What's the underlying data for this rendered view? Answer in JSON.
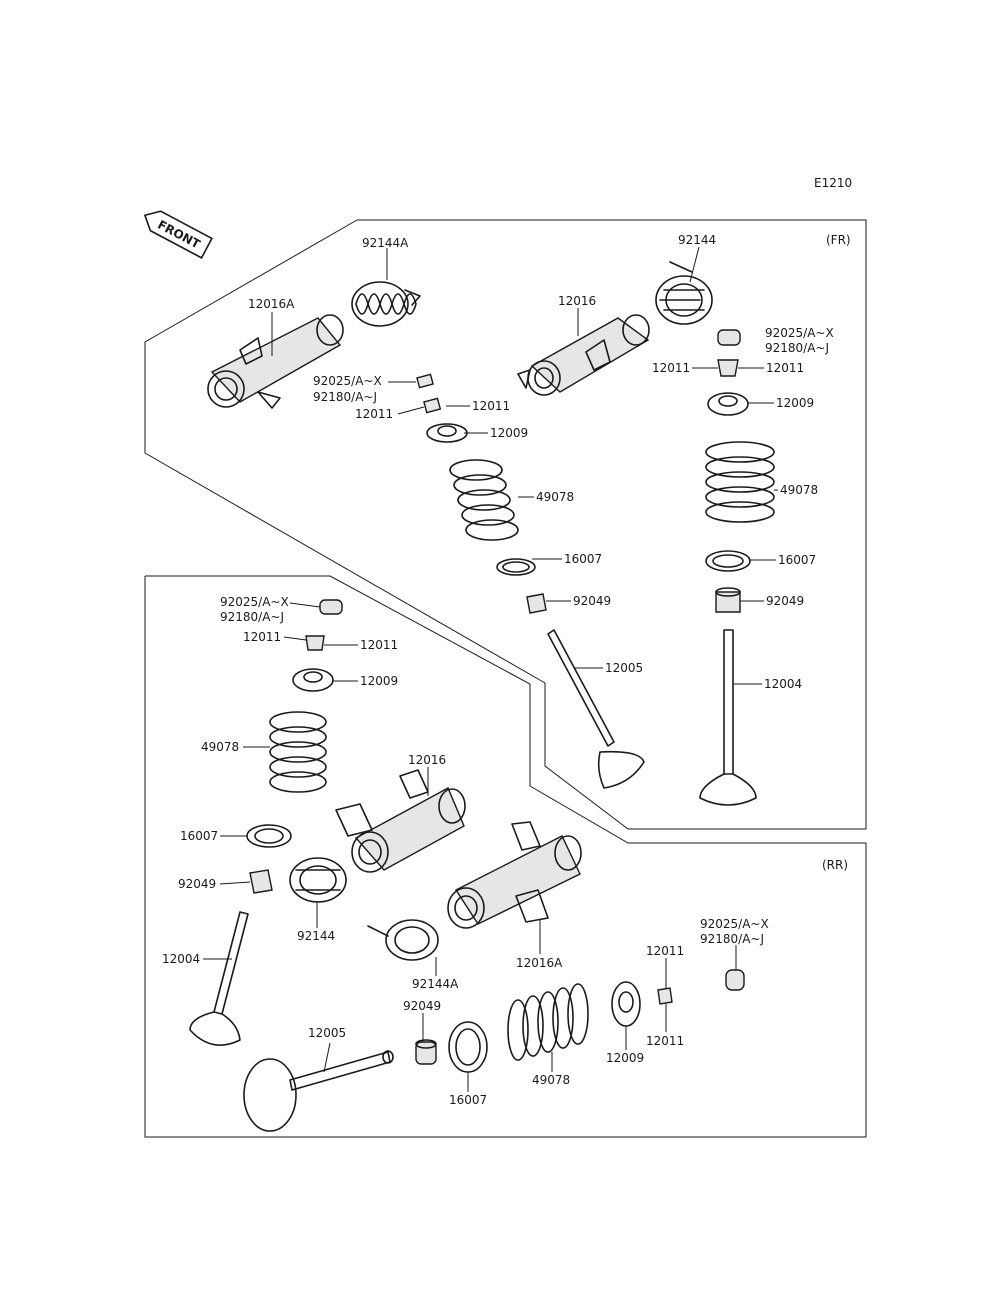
{
  "diagram_code": "E1210",
  "front_arrow_label": "FRONT",
  "sections": {
    "front": "(FR)",
    "rear": "(RR)"
  },
  "front_section": {
    "left_valve": {
      "rocker_spring": "92144A",
      "rocker_arm": "12016A",
      "cap": [
        "92025/A~X",
        "92180/A~J"
      ],
      "cotter": [
        "12011",
        "12011"
      ],
      "retainer": "12009",
      "spring": "49078",
      "seat": "16007",
      "seal": "92049",
      "valve": "12005"
    },
    "right_valve": {
      "rocker_spring": "92144",
      "rocker_arm": "12016",
      "cap": [
        "92025/A~X",
        "92180/A~J"
      ],
      "cotter": [
        "12011",
        "12011"
      ],
      "retainer": "12009",
      "spring": "49078",
      "seat": "16007",
      "seal": "92049",
      "valve": "12004"
    }
  },
  "rear_section": {
    "upper_left": {
      "cap": [
        "92025/A~X",
        "92180/A~J"
      ],
      "cotter": [
        "12011",
        "12011"
      ],
      "retainer": "12009",
      "spring": "49078",
      "seat": "16007",
      "seal": "92049",
      "valve": "12004"
    },
    "rocker_arm_1": "12016",
    "rocker_spring_1": "92144",
    "rocker_arm_2": "12016A",
    "rocker_spring_2": "92144A",
    "lower": {
      "valve": "12005",
      "seal": "92049",
      "seat": "16007",
      "spring": "49078",
      "retainer": "12009",
      "cotter": [
        "12011",
        "12011"
      ],
      "cap": [
        "92025/A~X",
        "92180/A~J"
      ]
    }
  }
}
